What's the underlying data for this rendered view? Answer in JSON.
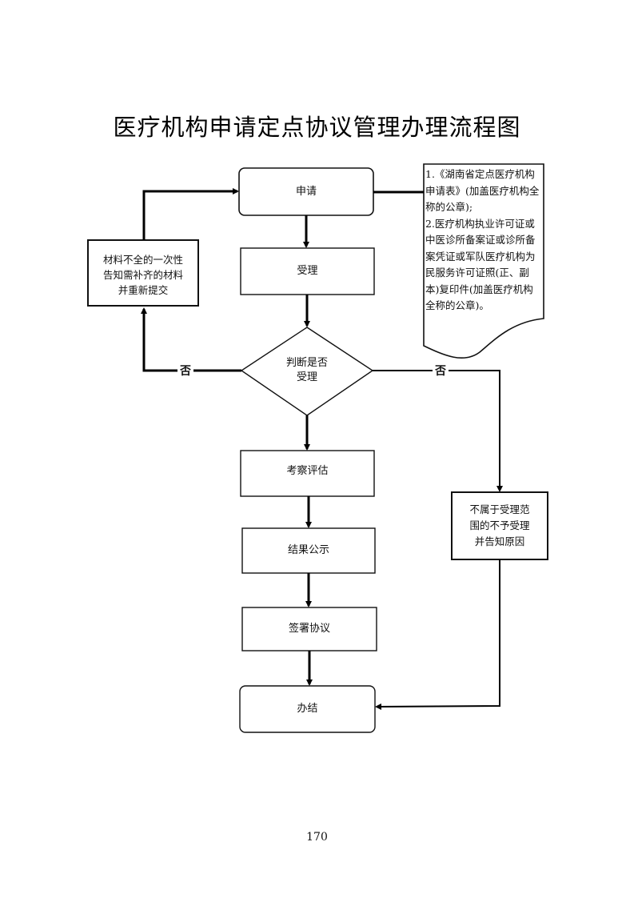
{
  "title": "医疗机构申请定点协议管理办理流程图",
  "nodes": {
    "apply": "申请",
    "accept": "受理",
    "decision": "判断是否受理",
    "decision_line1": "判断是否",
    "decision_line2": "受理",
    "evaluate": "考察评估",
    "publicize": "结果公示",
    "sign": "签署协议",
    "complete": "办结",
    "resubmit_line1": "材料不全的一次性",
    "resubmit_line2": "告知需补齐的材料",
    "resubmit_line3": "并重新提交",
    "reject_line1": "不属于受理范",
    "reject_line2": "围的不予受理",
    "reject_line3": "并告知原因"
  },
  "branch_labels": {
    "left_no": "否",
    "right_no": "否"
  },
  "materials_note": {
    "item1": "1.《湖南省定点医疗机构申请表》(加盖医疗机构全称的公章);",
    "item2": "2.医疗机构执业许可证或中医诊所备案证或诊所备案凭证或军队医疗机构为民服务许可证照(正、副本)复印件(加盖医疗机构全称的公章)。"
  },
  "page_number": "170"
}
